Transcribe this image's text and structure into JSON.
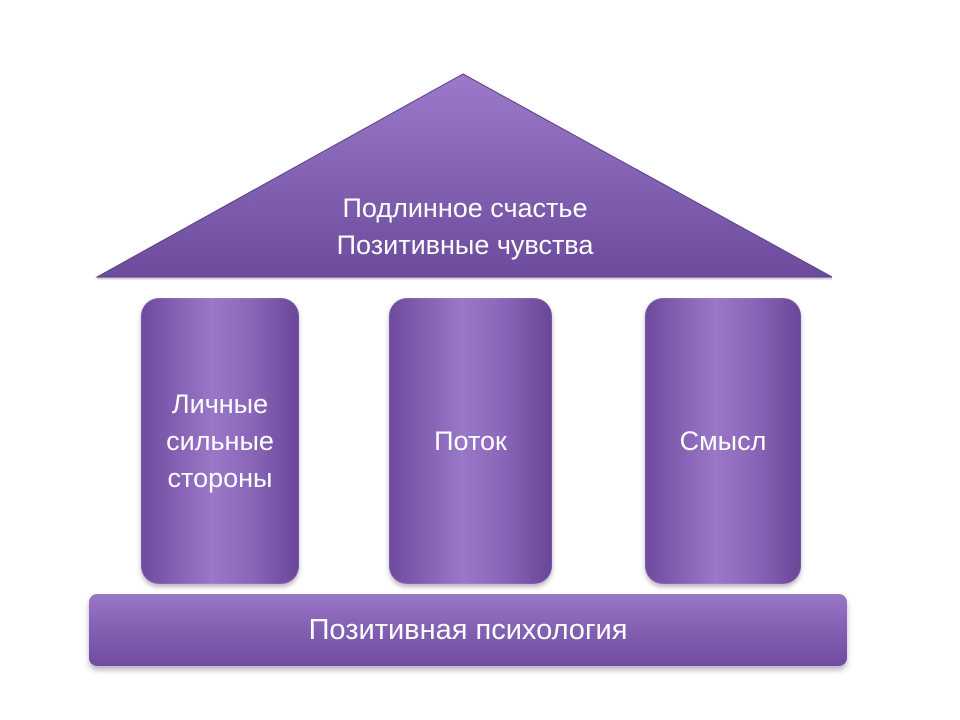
{
  "roof": {
    "line1": "Подлинное счастье",
    "line2": "Позитивные чувства",
    "color_top": "#9b7acb",
    "color_bottom": "#6c4a9c"
  },
  "pillars": [
    {
      "label": "Личные\nсильные\nстороны"
    },
    {
      "label": "Поток"
    },
    {
      "label": "Смысл"
    }
  ],
  "base": {
    "label": "Позитивная психология"
  },
  "colors": {
    "accent": "#8a67b8",
    "text": "#ffffff"
  }
}
